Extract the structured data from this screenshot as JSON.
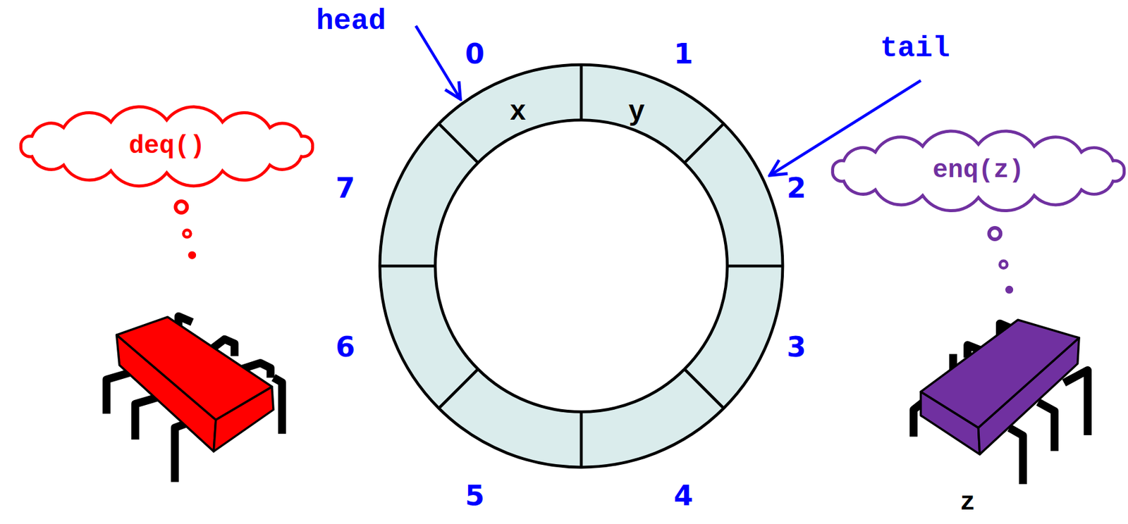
{
  "diagram": {
    "nodes": [
      {
        "text": [
          "deq()"
        ]
      },
      {
        "text": [
          "x"
        ]
      },
      {
        "text": [
          "y"
        ]
      },
      {
        "text": [
          "enq(z)"
        ]
      }
    ],
    "labels": [
      "head",
      "0",
      "1",
      "tail",
      "7",
      "2",
      "6",
      "3",
      "5",
      "4",
      "z"
    ]
  }
}
